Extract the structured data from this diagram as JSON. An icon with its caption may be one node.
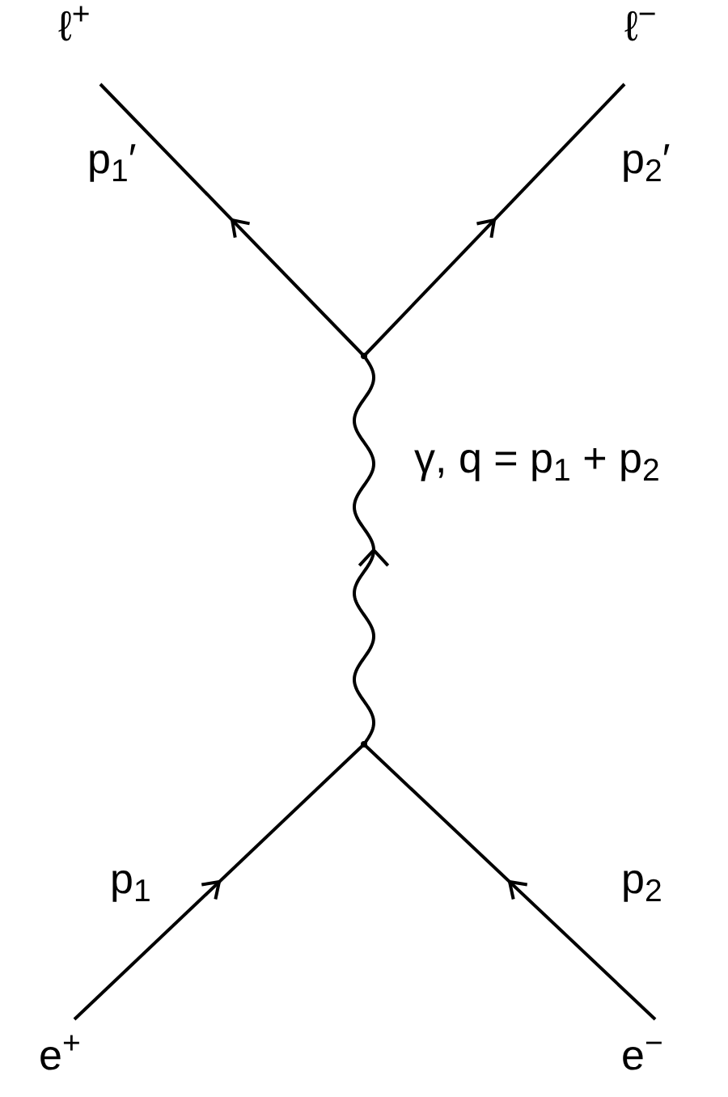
{
  "diagram": {
    "nodes": [
      {
        "text": [
          "ℓ$^{+}$"
        ]
      },
      {
        "text": [
          "ℓ$^{−}$"
        ]
      },
      {
        "text": [],
        "shape": "dot"
      },
      {
        "text": [],
        "shape": "dot"
      },
      {
        "text": [
          "e$^{+}$"
        ]
      },
      {
        "text": [
          "e$^{−}$"
        ]
      }
    ],
    "edges": [
      {
        "from": 2,
        "to": 0,
        "arrow": "to",
        "label": "p$_{1}$′"
      },
      {
        "from": 2,
        "to": 1,
        "arrow": "to",
        "label": "p$_{2}$′"
      },
      {
        "from": 3,
        "to": 2,
        "arrow": "to",
        "label": "γ, q = p$_{1}$ + p$_{2}$"
      },
      {
        "from": 4,
        "to": 3,
        "arrow": "to",
        "label": "p$_{1}$"
      },
      {
        "from": 5,
        "to": 3,
        "arrow": "to",
        "label": "p$_{2}$"
      }
    ]
  }
}
